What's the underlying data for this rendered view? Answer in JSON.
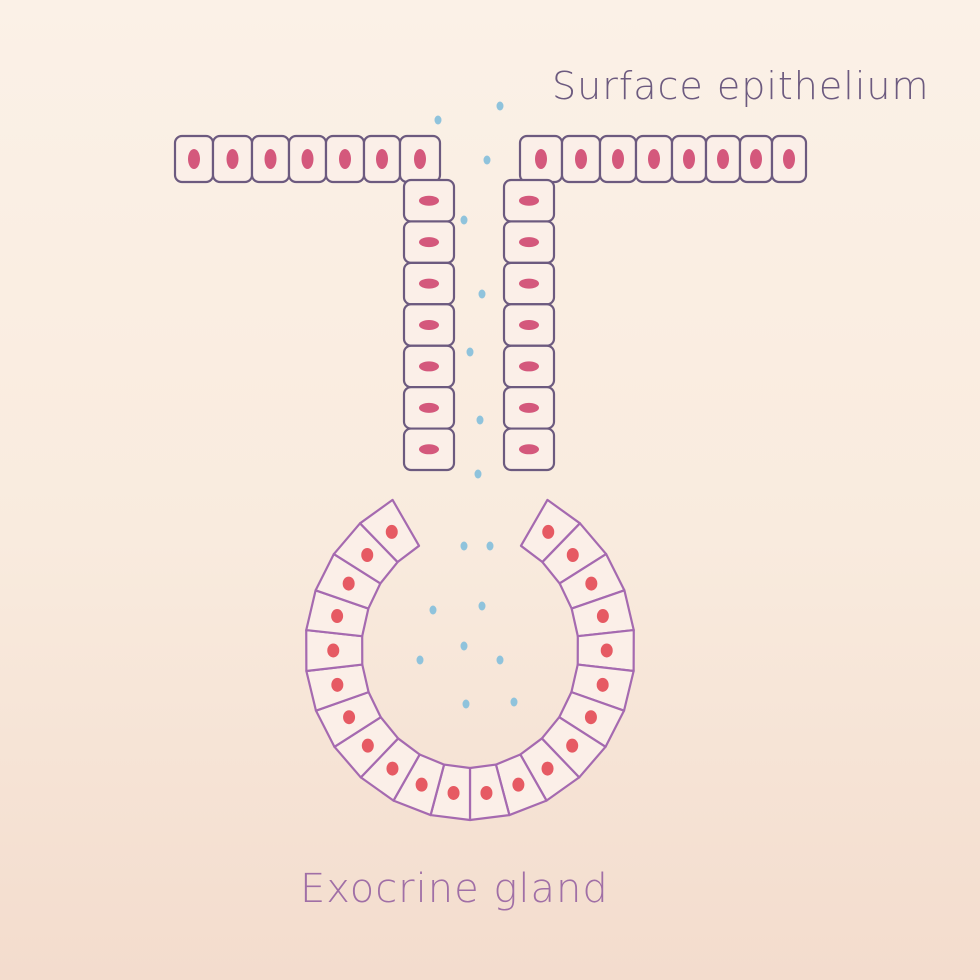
{
  "labels": {
    "surface_epithelium": "Surface epithelium",
    "exocrine_gland": "Exocrine gland"
  },
  "colors": {
    "background_top": "#fbf1e7",
    "background_bottom": "#f3dccd",
    "epithelium_outline": "#6c5a7f",
    "gland_outline": "#a56ab0",
    "cell_fill": "#fbefe8",
    "epithelium_nucleus": "#d4587c",
    "gland_nucleus": "#e65a63",
    "secretion": "#8fc3dc"
  },
  "icons": {
    "surface_cell": "columnar-epithelial-cell",
    "duct_cell": "epithelial-cell",
    "gland_cell": "secretory-cell",
    "secretion": "secretion-droplet"
  }
}
